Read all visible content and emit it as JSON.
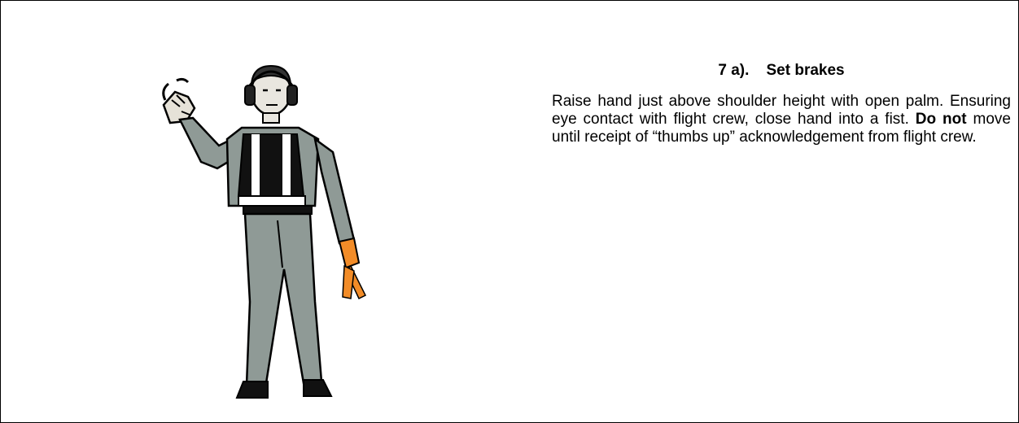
{
  "heading": "7 a).    Set brakes",
  "instruction": {
    "part1": "Raise hand just above shoulder height with open palm. Ensuring eye contact with flight crew, close hand into a fist. ",
    "emphasis": "Do not",
    "part2": " move until receipt of “thumbs up” acknowledgement from flight crew."
  },
  "colors": {
    "coverall": "#8f9a96",
    "vest": "#111111",
    "reflective_strips": "#ffffff",
    "wand": "#f28c28",
    "outline": "#000000"
  },
  "icons": {
    "figure": "marshaller-set-brakes-figure"
  }
}
